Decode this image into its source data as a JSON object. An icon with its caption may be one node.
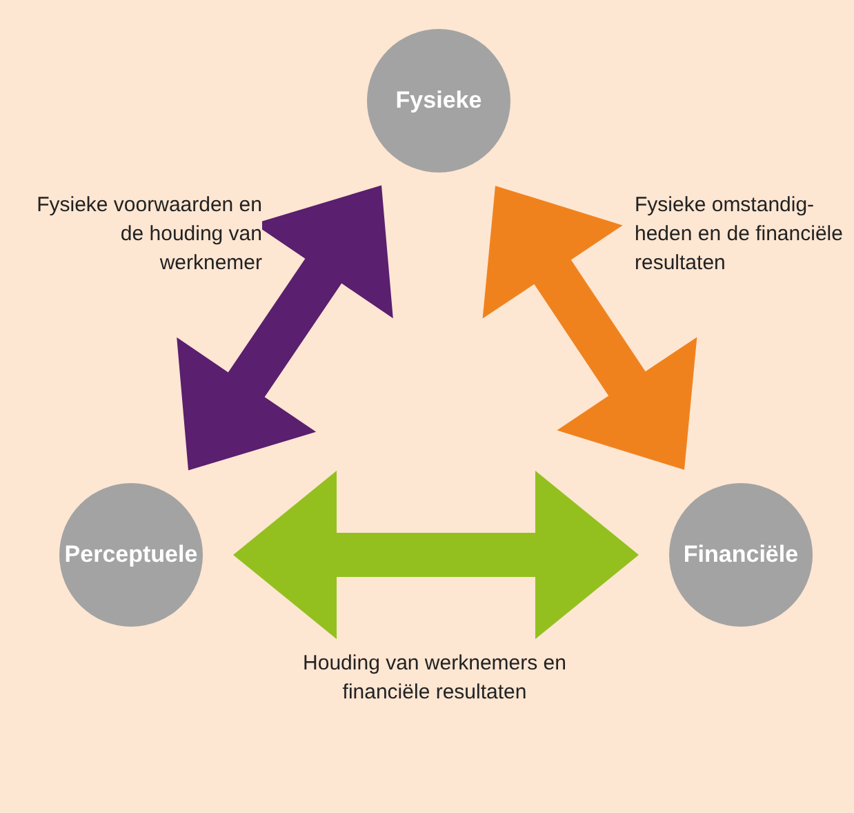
{
  "diagram": {
    "nodes": [
      {
        "text": [
          "Fysieke"
        ]
      },
      {
        "text": [
          "Perceptuele"
        ]
      },
      {
        "text": [
          "Financiële"
        ]
      }
    ],
    "edges": [
      {
        "from": 0,
        "to": 1,
        "arrow": "both",
        "style": "thick",
        "color": "#5a1f6e",
        "label": "Fysieke voorwaarden en de houding van werknemer"
      },
      {
        "from": 0,
        "to": 2,
        "arrow": "both",
        "style": "thick",
        "color": "#f0821e",
        "label": "Fysieke omstandig- heden en de financiële resultaten"
      },
      {
        "from": 1,
        "to": 2,
        "arrow": "both",
        "style": "thick",
        "color": "#93c01f",
        "label": "Houding van werknemers en financiële resultaten"
      }
    ]
  }
}
